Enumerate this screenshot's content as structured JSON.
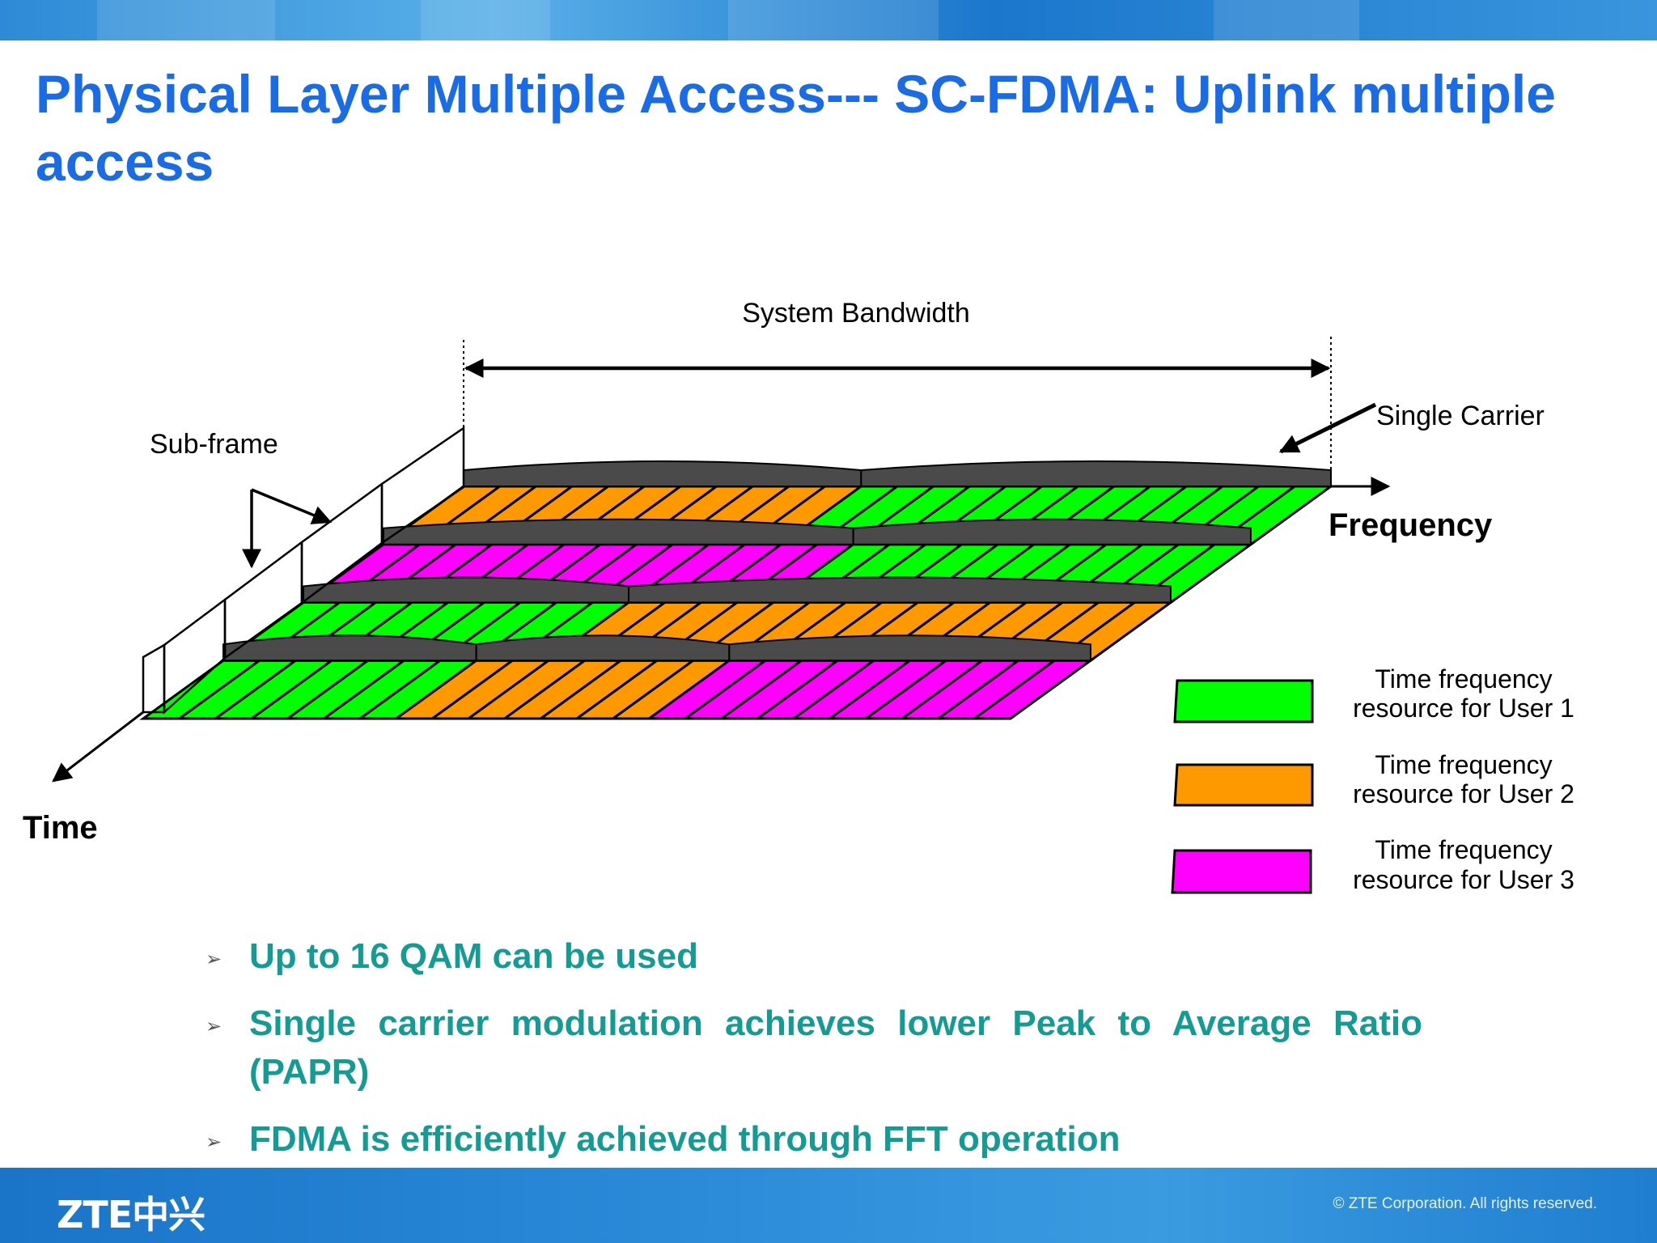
{
  "slide": {
    "title": "Physical Layer Multiple Access--- SC-FDMA: Uplink multiple access"
  },
  "diagram": {
    "system_bandwidth_label": "System Bandwidth",
    "single_carrier_label": "Single Carrier",
    "sub_frame_label": "Sub-frame",
    "frequency_label": "Frequency",
    "time_label": "Time",
    "colors": {
      "user1": "#00ff00",
      "user2": "#ff9900",
      "user3": "#ff00ff",
      "carrier": "#4a4a4a"
    },
    "legend": [
      {
        "line1": "Time frequency",
        "line2": "resource for User 1",
        "color": "#00ff00"
      },
      {
        "line1": "Time frequency",
        "line2": "resource for User 2",
        "color": "#ff9900"
      },
      {
        "line1": "Time frequency",
        "line2": "resource for User 3",
        "color": "#ff00ff"
      }
    ]
  },
  "bullets": [
    "Up to 16 QAM can be used",
    "Single carrier modulation achieves lower Peak to Average Ratio (PAPR)",
    "FDMA is efficiently achieved through FFT operation"
  ],
  "footer": {
    "logo": "ZTE中兴",
    "copyright": "© ZTE Corporation. All rights reserved."
  }
}
